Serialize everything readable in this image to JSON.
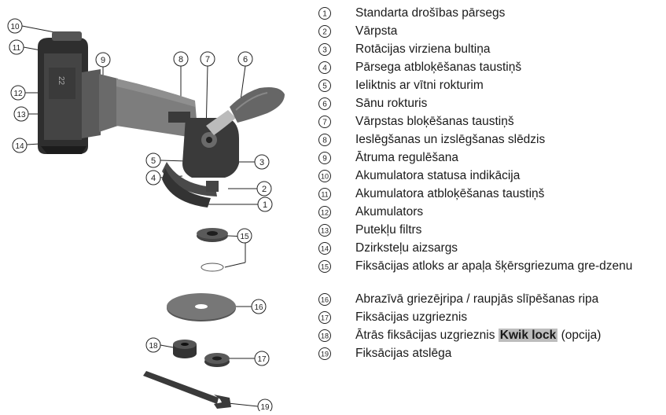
{
  "legend": [
    {
      "num": "1",
      "text": "Standarta drošības pārsegs"
    },
    {
      "num": "2",
      "text": "Vārpsta"
    },
    {
      "num": "3",
      "text": "Rotācijas virziena bultiņa"
    },
    {
      "num": "4",
      "text": "Pārsega atbloķēšanas taustiņš"
    },
    {
      "num": "5",
      "text": "Ieliktnis ar vītni rokturim"
    },
    {
      "num": "6",
      "text": "Sānu rokturis"
    },
    {
      "num": "7",
      "text": "Vārpstas bloķēšanas taustiņš"
    },
    {
      "num": "8",
      "text": "Ieslēgšanas un izslēgšanas slēdzis"
    },
    {
      "num": "9",
      "text": "Ātruma regulēšana"
    },
    {
      "num": "10",
      "text": "Akumulatora statusa indikācija"
    },
    {
      "num": "11",
      "text": "Akumulatora atbloķēšanas taustiņš"
    },
    {
      "num": "12",
      "text": "Akumulators"
    },
    {
      "num": "13",
      "text": "Putekļu filtrs"
    },
    {
      "num": "14",
      "text": "Dzirksteļu aizsargs"
    },
    {
      "num": "15",
      "text": "Fiksācijas atloks ar apaļa šķērsgriezuma gre-dzenu"
    },
    {
      "num": "16",
      "text": "Abrazīvā griezējripa / raupjās slīpēšanas ripa"
    },
    {
      "num": "17",
      "text": "Fiksācijas uzgrieznis"
    },
    {
      "num": "18",
      "text_before": "Ātrās fiksācijas uzgrieznis ",
      "highlight": "Kwik lock",
      "text_after": " (opcija)"
    },
    {
      "num": "19",
      "text": "Fiksācijas atslēga"
    }
  ]
}
